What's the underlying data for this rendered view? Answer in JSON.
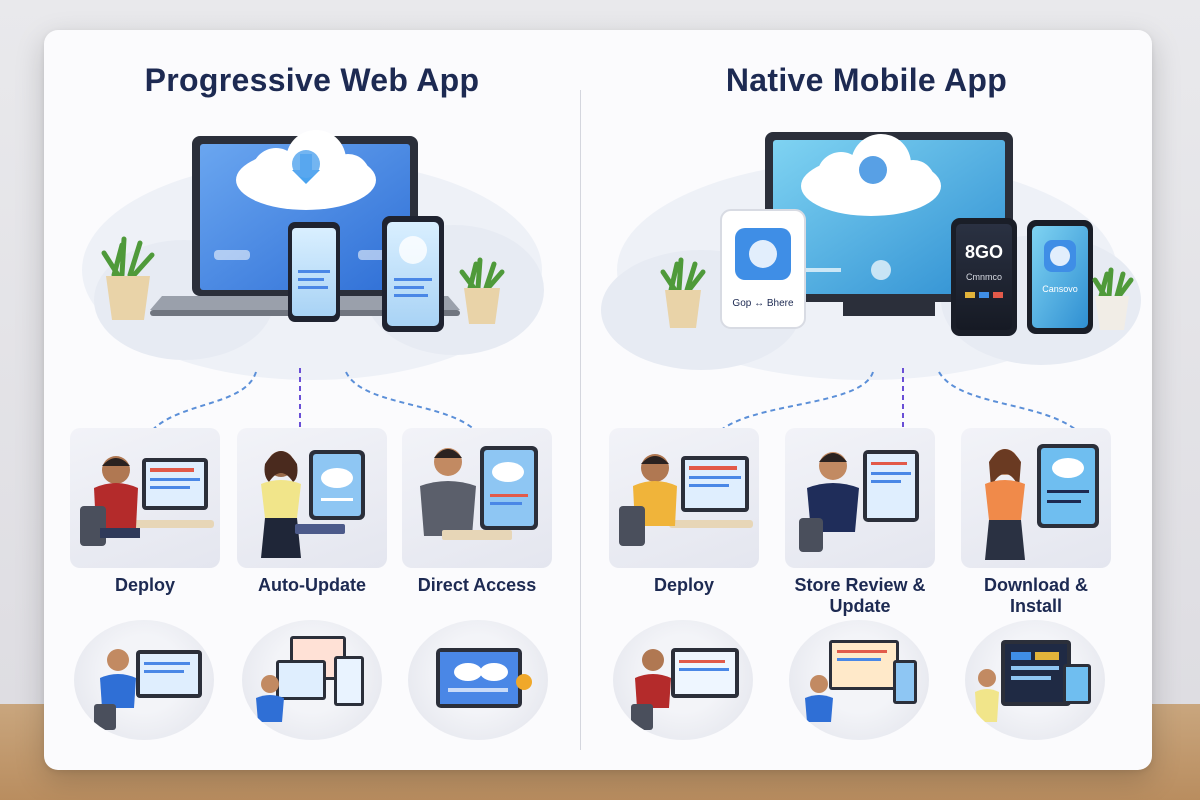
{
  "pwa": {
    "title": "Progressive Web App",
    "steps": [
      {
        "label": "Deploy"
      },
      {
        "label": "Auto-Update"
      },
      {
        "label": "Direct Access"
      }
    ]
  },
  "native": {
    "title": "Native Mobile App",
    "tablet_text": "Gop ↔ Bhere",
    "phone_brand": "8GO",
    "phone_sub": "Cmnmco",
    "phone2_text": "Cansovo",
    "steps": [
      {
        "label": "Deploy"
      },
      {
        "label": "Store Review & Update"
      },
      {
        "label": "Download & Install"
      }
    ]
  },
  "colors": {
    "title": "#1d2a52",
    "screen_blue": "#4a87e6",
    "cloud_blue": "#5aa8ee",
    "arrow_pwa": "#5b8fd8",
    "arrow_mid": "#6a4fd6",
    "native_screen": "#3fb8e4"
  }
}
